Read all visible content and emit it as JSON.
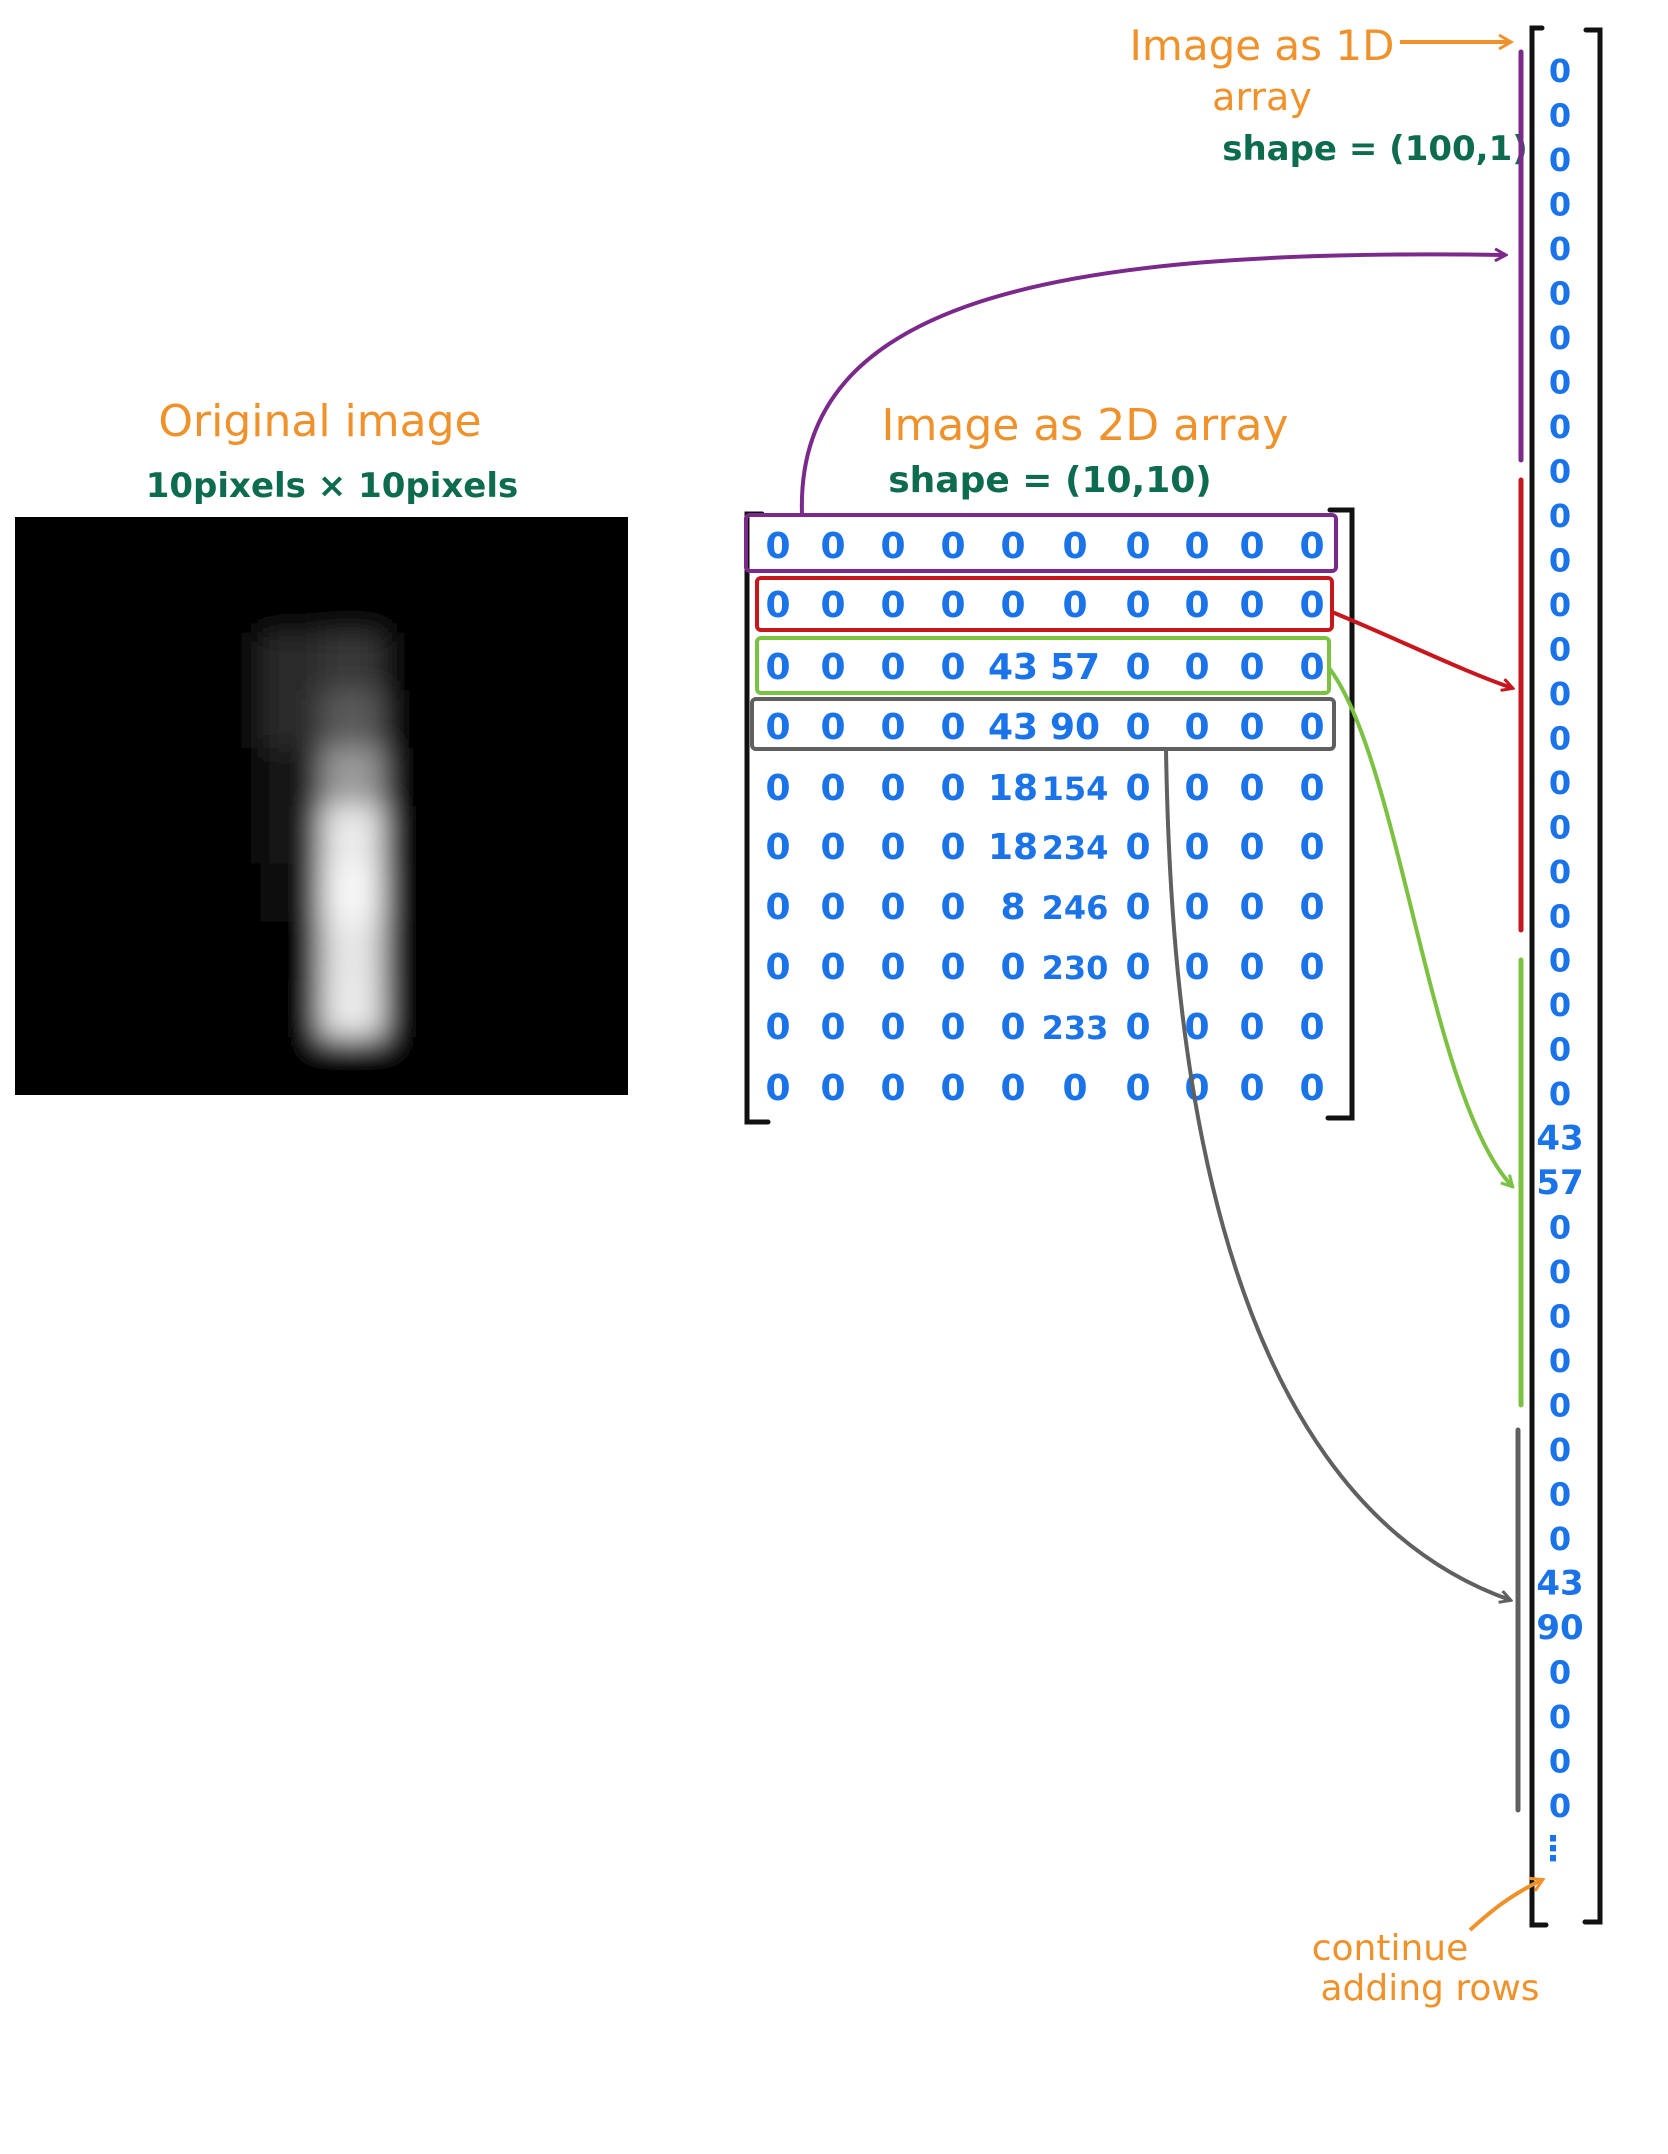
{
  "original": {
    "title": "Original image",
    "subtitle": "10pixels × 10pixels",
    "pixels": [
      [
        0,
        0,
        0,
        0,
        0,
        0,
        0,
        0,
        0,
        0
      ],
      [
        0,
        0,
        0,
        0,
        0,
        0,
        0,
        0,
        0,
        0
      ],
      [
        0,
        0,
        0,
        0,
        43,
        57,
        0,
        0,
        0,
        0
      ],
      [
        0,
        0,
        0,
        0,
        43,
        90,
        0,
        0,
        0,
        0
      ],
      [
        0,
        0,
        0,
        0,
        18,
        154,
        0,
        0,
        0,
        0
      ],
      [
        0,
        0,
        0,
        0,
        18,
        234,
        0,
        0,
        0,
        0
      ],
      [
        0,
        0,
        0,
        0,
        8,
        246,
        0,
        0,
        0,
        0
      ],
      [
        0,
        0,
        0,
        0,
        0,
        230,
        0,
        0,
        0,
        0
      ],
      [
        0,
        0,
        0,
        0,
        0,
        233,
        0,
        0,
        0,
        0
      ],
      [
        0,
        0,
        0,
        0,
        0,
        0,
        0,
        0,
        0,
        0
      ]
    ]
  },
  "array2d": {
    "title": "Image as 2D array",
    "shape": "shape = (10,10)",
    "highlight_colors": [
      "#7b2a8c",
      "#c8161d",
      "#7cc242",
      "#606060"
    ]
  },
  "array1d": {
    "title_line1": "Image as 1D",
    "title_line2": "array",
    "shape": "shape = (100,1)",
    "values": [
      "0",
      "0",
      "0",
      "0",
      "0",
      "0",
      "0",
      "0",
      "0",
      "0",
      "0",
      "0",
      "0",
      "0",
      "0",
      "0",
      "0",
      "0",
      "0",
      "0",
      "0",
      "0",
      "0",
      "0",
      "43",
      "57",
      "0",
      "0",
      "0",
      "0",
      "0",
      "0",
      "0",
      "0",
      "43",
      "90",
      "0",
      "0",
      "0",
      "0"
    ],
    "ellipsis": "⋮",
    "footer_line1": "continue",
    "footer_line2": "adding rows"
  },
  "colors": {
    "orange": "#f0922b",
    "green_text": "#0d6b4f",
    "blue": "#1a73e8",
    "bracket": "#111111"
  }
}
